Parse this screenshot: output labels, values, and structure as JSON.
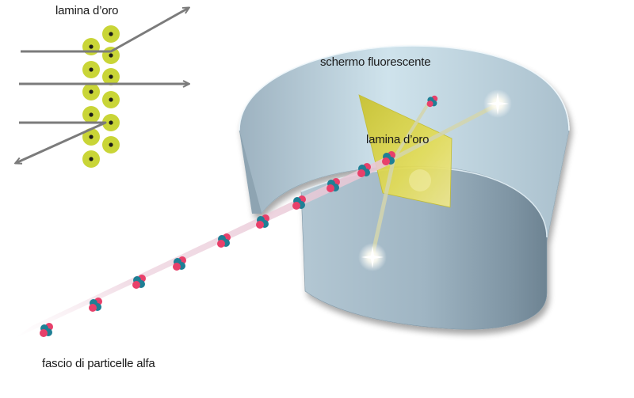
{
  "labels": {
    "gold_foil_inset": "lamina d’oro",
    "fluorescent_screen": "schermo fluorescente",
    "gold_foil_center": "lamina d’oro",
    "alpha_beam": "fascio di particelle alfa"
  },
  "colors": {
    "nucleus_ring": "#c9d537",
    "nucleus_core": "#1b1b1b",
    "arrow": "#7b7b7b",
    "screen_light": "#c9dfe9",
    "screen_dark": "#7d93a1",
    "foil": "#d9d23c",
    "alpha_proton": "#e8406a",
    "alpha_neutron": "#1f7f95"
  }
}
